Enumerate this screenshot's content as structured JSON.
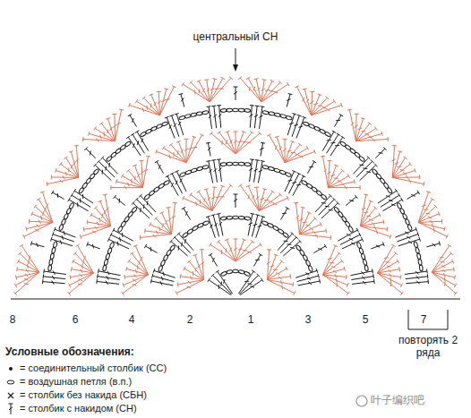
{
  "diagram": {
    "labels": [
      "центральный СН",
      "8",
      "6",
      "4",
      "2",
      "1",
      "3",
      "5",
      "7",
      "повторять 2 ряда",
      "Условные обозначения:",
      "叶子编织吧"
    ],
    "legend": [
      {
        "text": "= соединительный столбик (СС)"
      },
      {
        "text": "= воздушная петля (в.п.)"
      },
      {
        "text": "= столбик без накида (СБН)"
      },
      {
        "text": "= столбик с накидом (СН)"
      }
    ]
  }
}
